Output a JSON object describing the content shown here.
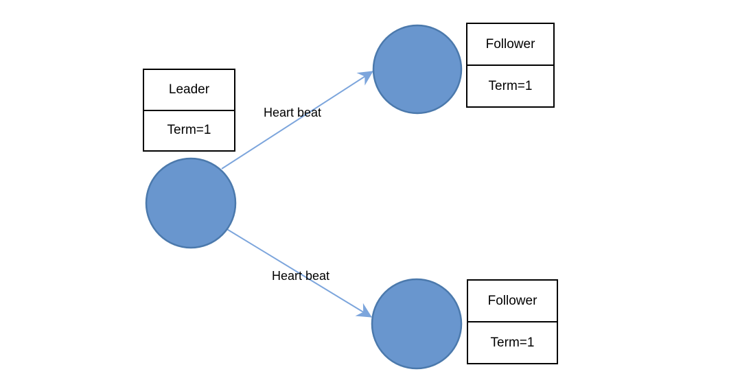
{
  "nodes": {
    "leader": {
      "role": "Leader",
      "term": "Term=1"
    },
    "follower_top": {
      "role": "Follower",
      "term": "Term=1"
    },
    "follower_bottom": {
      "role": "Follower",
      "term": "Term=1"
    }
  },
  "edges": {
    "leader_to_follower_top": {
      "label": "Heart beat"
    },
    "leader_to_follower_bottom": {
      "label": "Heart beat"
    }
  },
  "colors": {
    "node_fill": "#6996CE",
    "node_stroke": "#4B79AC",
    "arrow": "#7CA5DC",
    "box_border": "#000000",
    "text": "#000000",
    "background": "#FFFFFF"
  }
}
